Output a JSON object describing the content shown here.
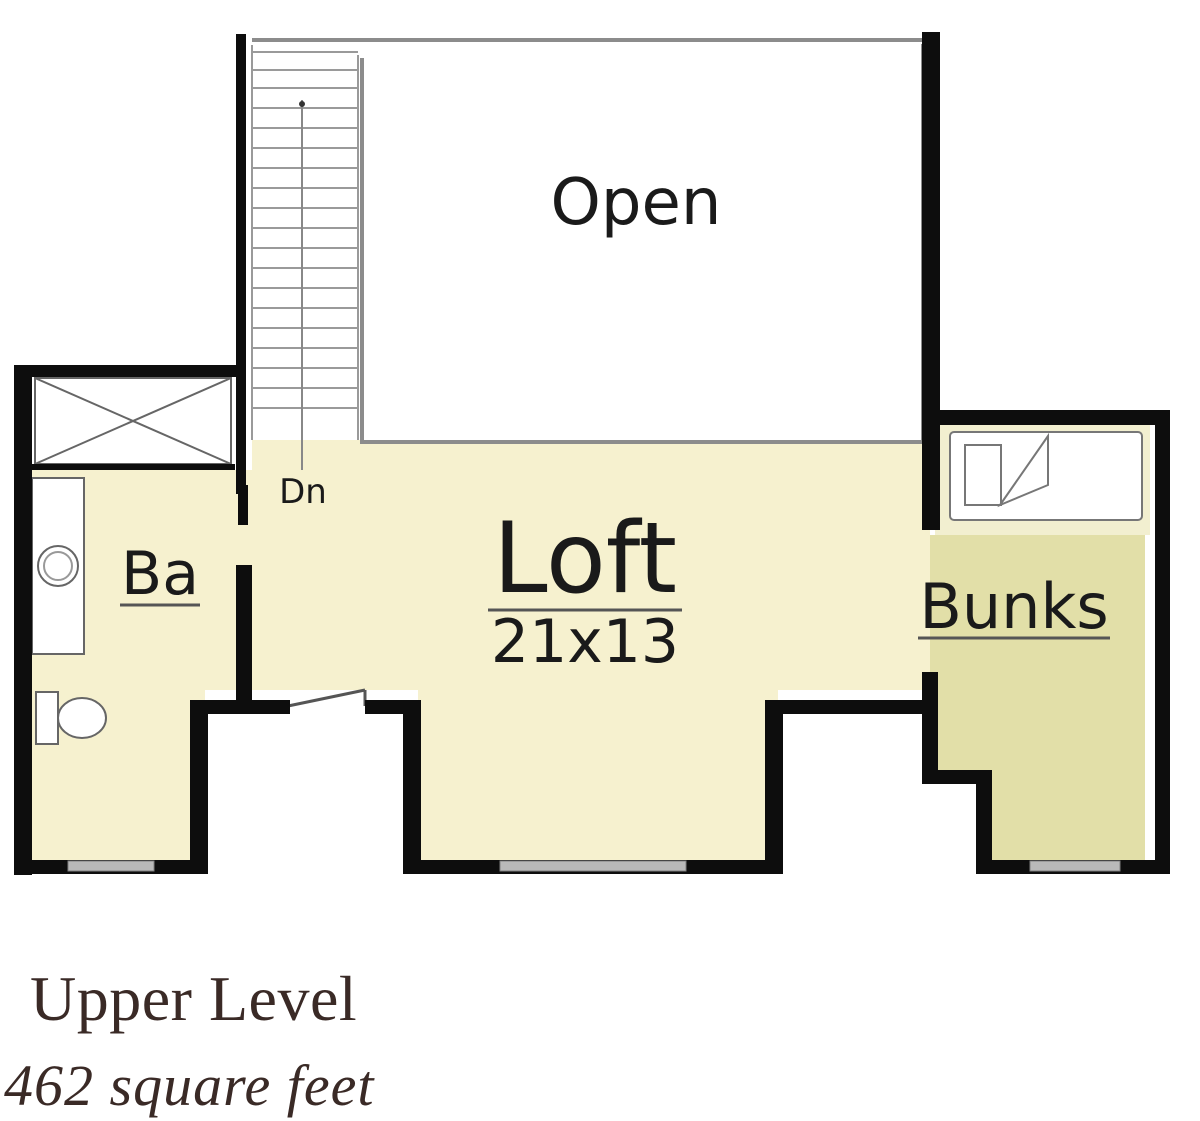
{
  "plan": {
    "rooms": {
      "open": {
        "label": "Open"
      },
      "loft": {
        "label": "Loft",
        "size": "21x13"
      },
      "bath": {
        "label": "Ba"
      },
      "bunks": {
        "label": "Bunks"
      }
    },
    "stair_label": "Dn"
  },
  "caption": {
    "title": "Upper Level",
    "subtitle": "462 square feet"
  },
  "colors": {
    "loft_fill": "#f6f1cf",
    "bunks_fill": "#e2dfa8",
    "wall": "#0d0d0d",
    "caption_text": "#3a2a26"
  }
}
